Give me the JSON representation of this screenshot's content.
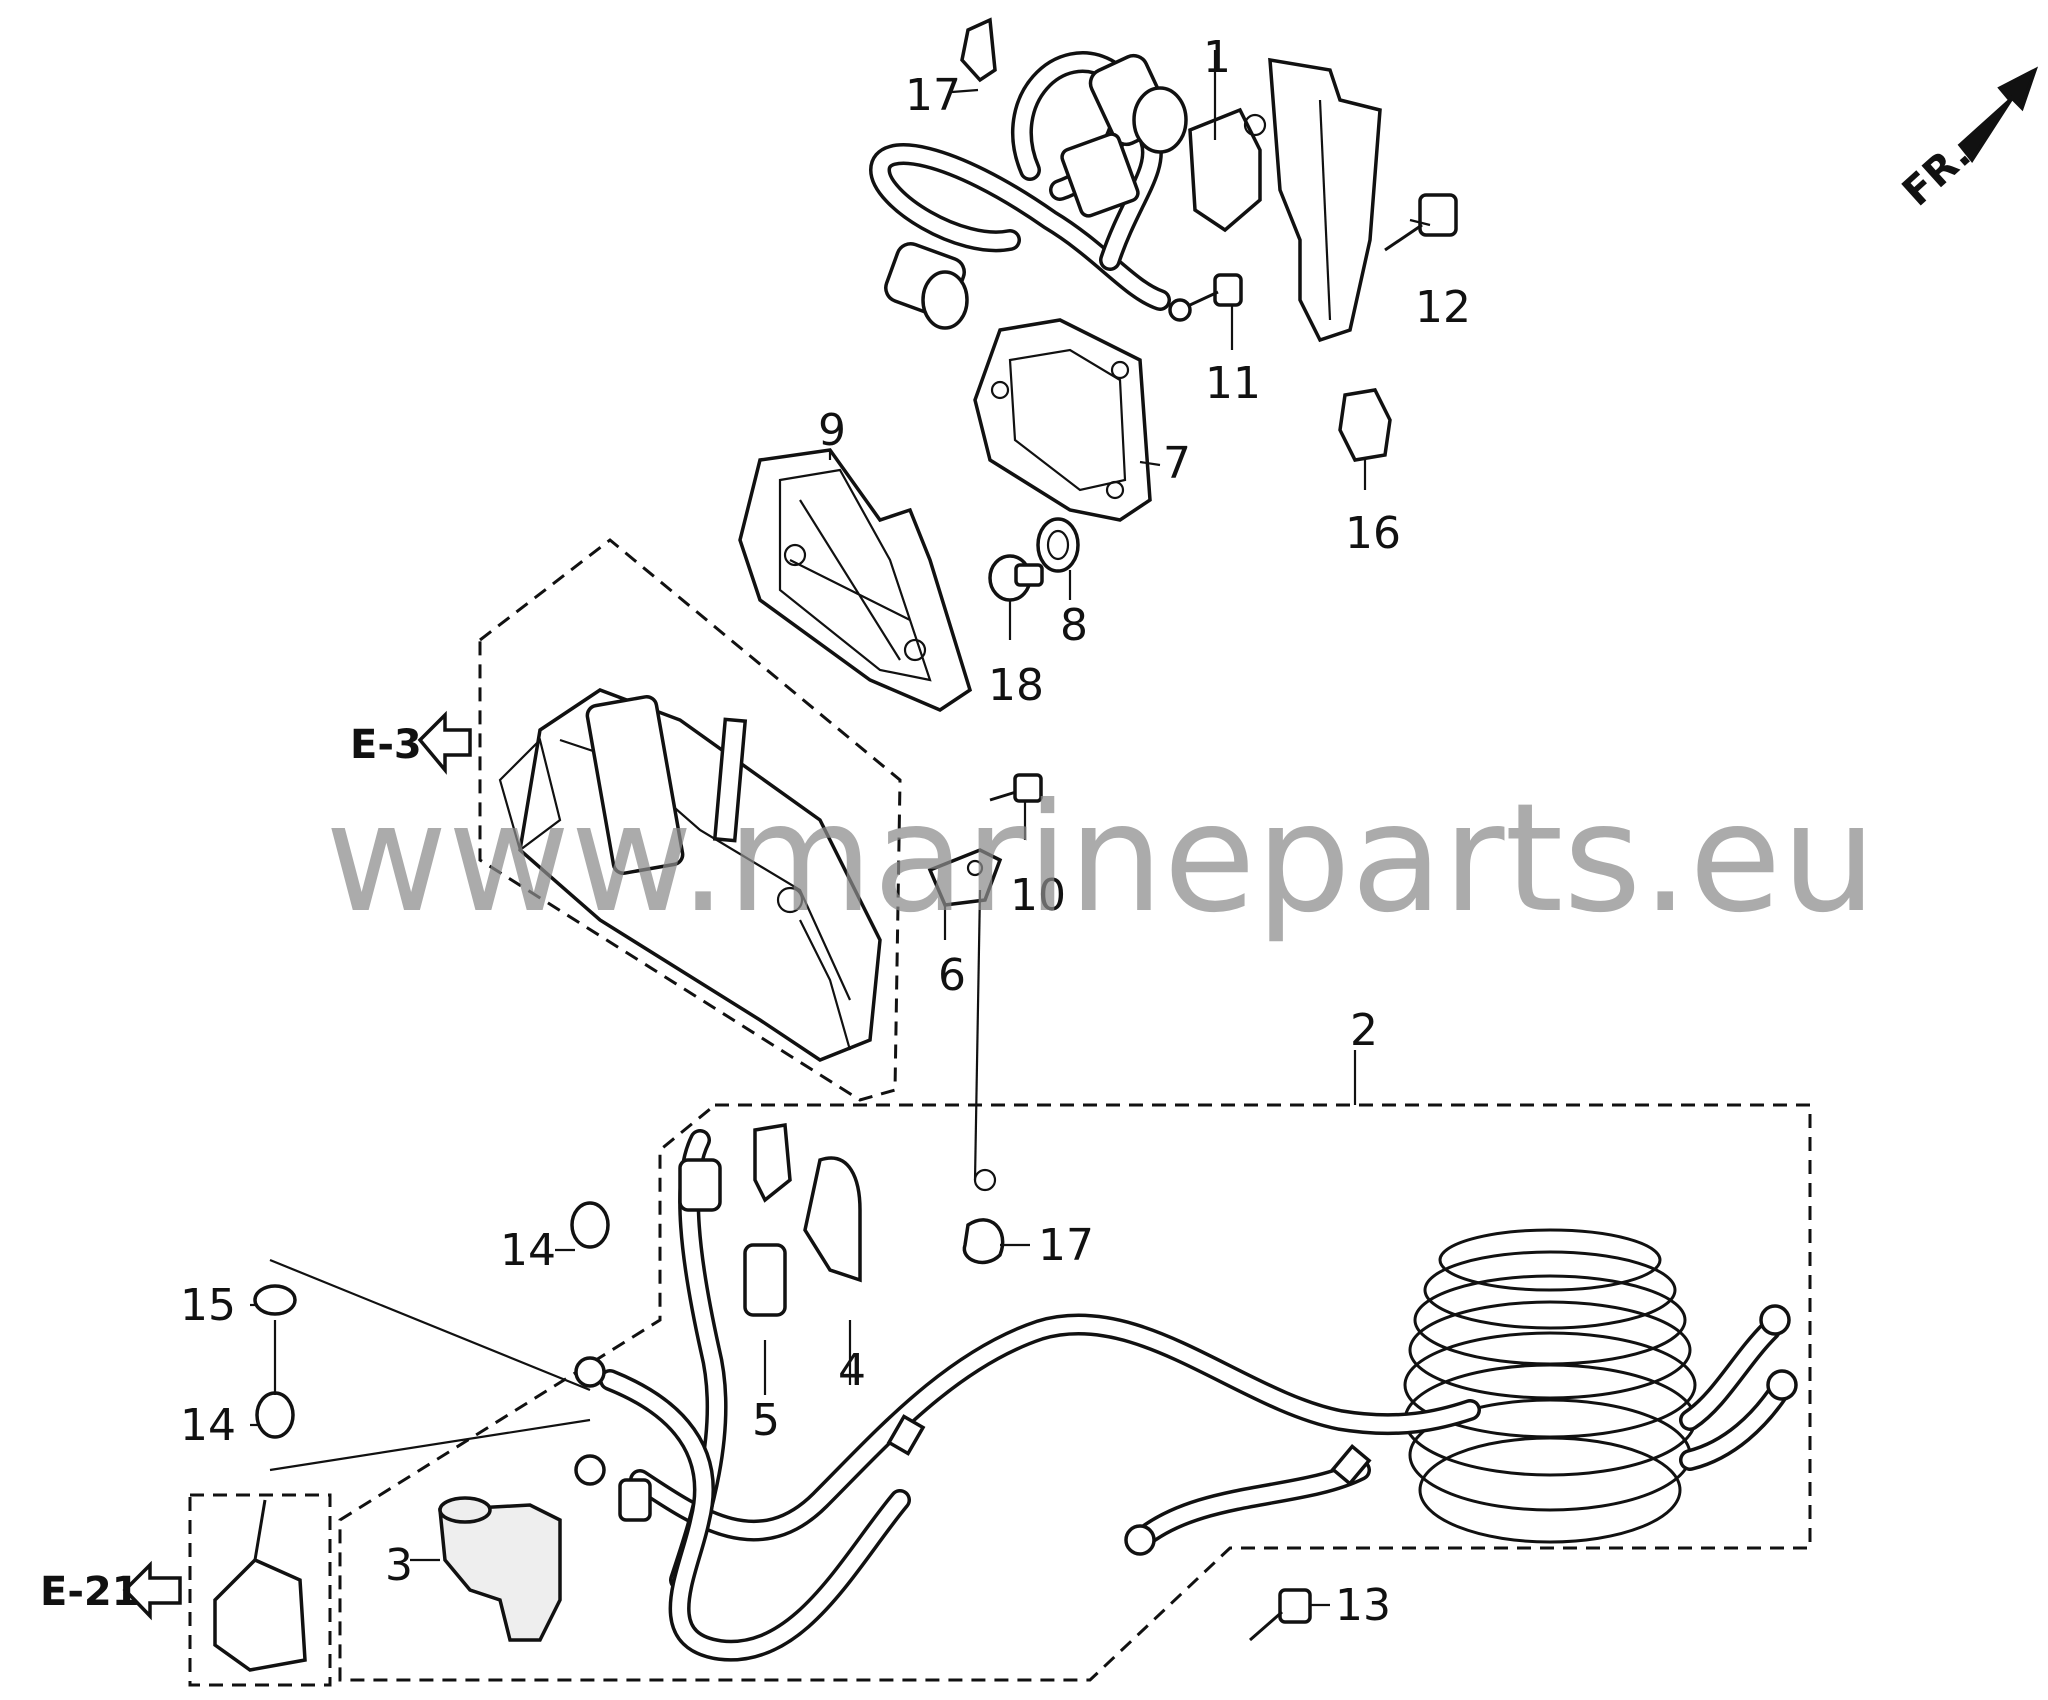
{
  "diagram": {
    "part_numbers": {
      "p1": "1",
      "p2": "2",
      "p3": "3",
      "p4": "4",
      "p5": "5",
      "p6": "6",
      "p7": "7",
      "p8": "8",
      "p9": "9",
      "p10": "10",
      "p11": "11",
      "p12": "12",
      "p13": "13",
      "p14a": "14",
      "p14b": "14",
      "p15": "15",
      "p16": "16",
      "p17a": "17",
      "p17b": "17",
      "p18": "18"
    },
    "references": {
      "e3": "E-3",
      "e21": "E-21"
    },
    "direction": "FR.",
    "watermark": "www.marineparts.eu"
  }
}
